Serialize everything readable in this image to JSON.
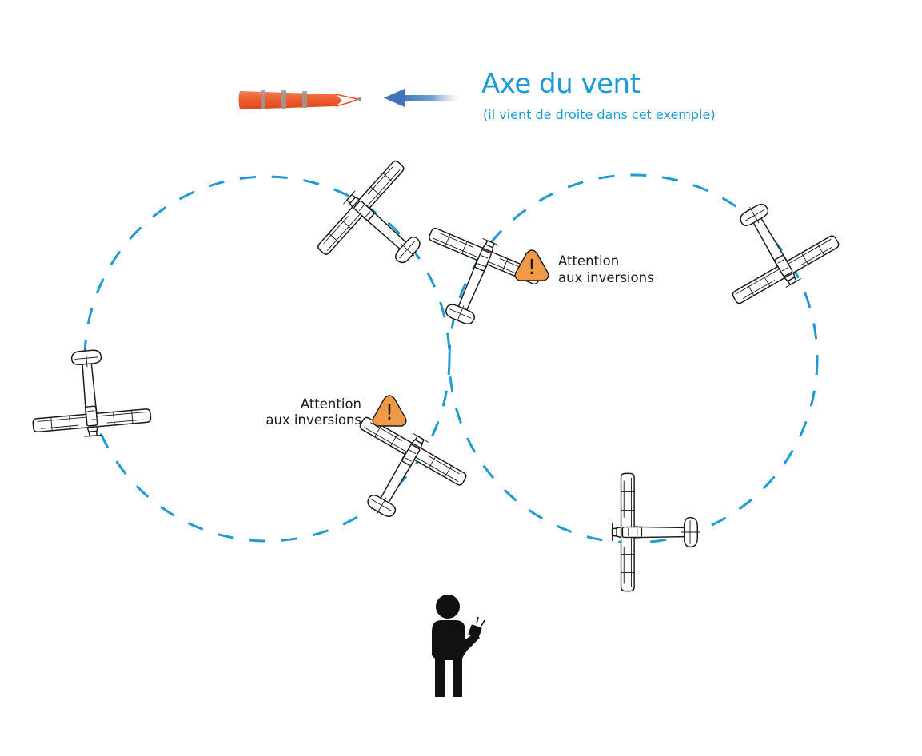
{
  "title": "Axe du vent",
  "subtitle": "(il vient de droite dans cet exemple)",
  "warnings": [
    {
      "line1": "Attention",
      "line2": "aux inversions"
    },
    {
      "line1": "Attention",
      "line2": "aux inversions"
    }
  ],
  "warning_mark": "!",
  "colors": {
    "text_blue": "#1a9ad6",
    "circuit_blue": "#1f9bd1",
    "arrow_blue": "#3f74b8",
    "windsock_orange": "#f0663a",
    "windsock_stripe": "#9a9a9a",
    "warning_orange": "#f09a48",
    "pilot": "#111111"
  },
  "icons": [
    "windsock-icon",
    "wind-direction-arrow-icon",
    "airplane-icon",
    "warning-icon",
    "pilot-with-transmitter-icon"
  ]
}
